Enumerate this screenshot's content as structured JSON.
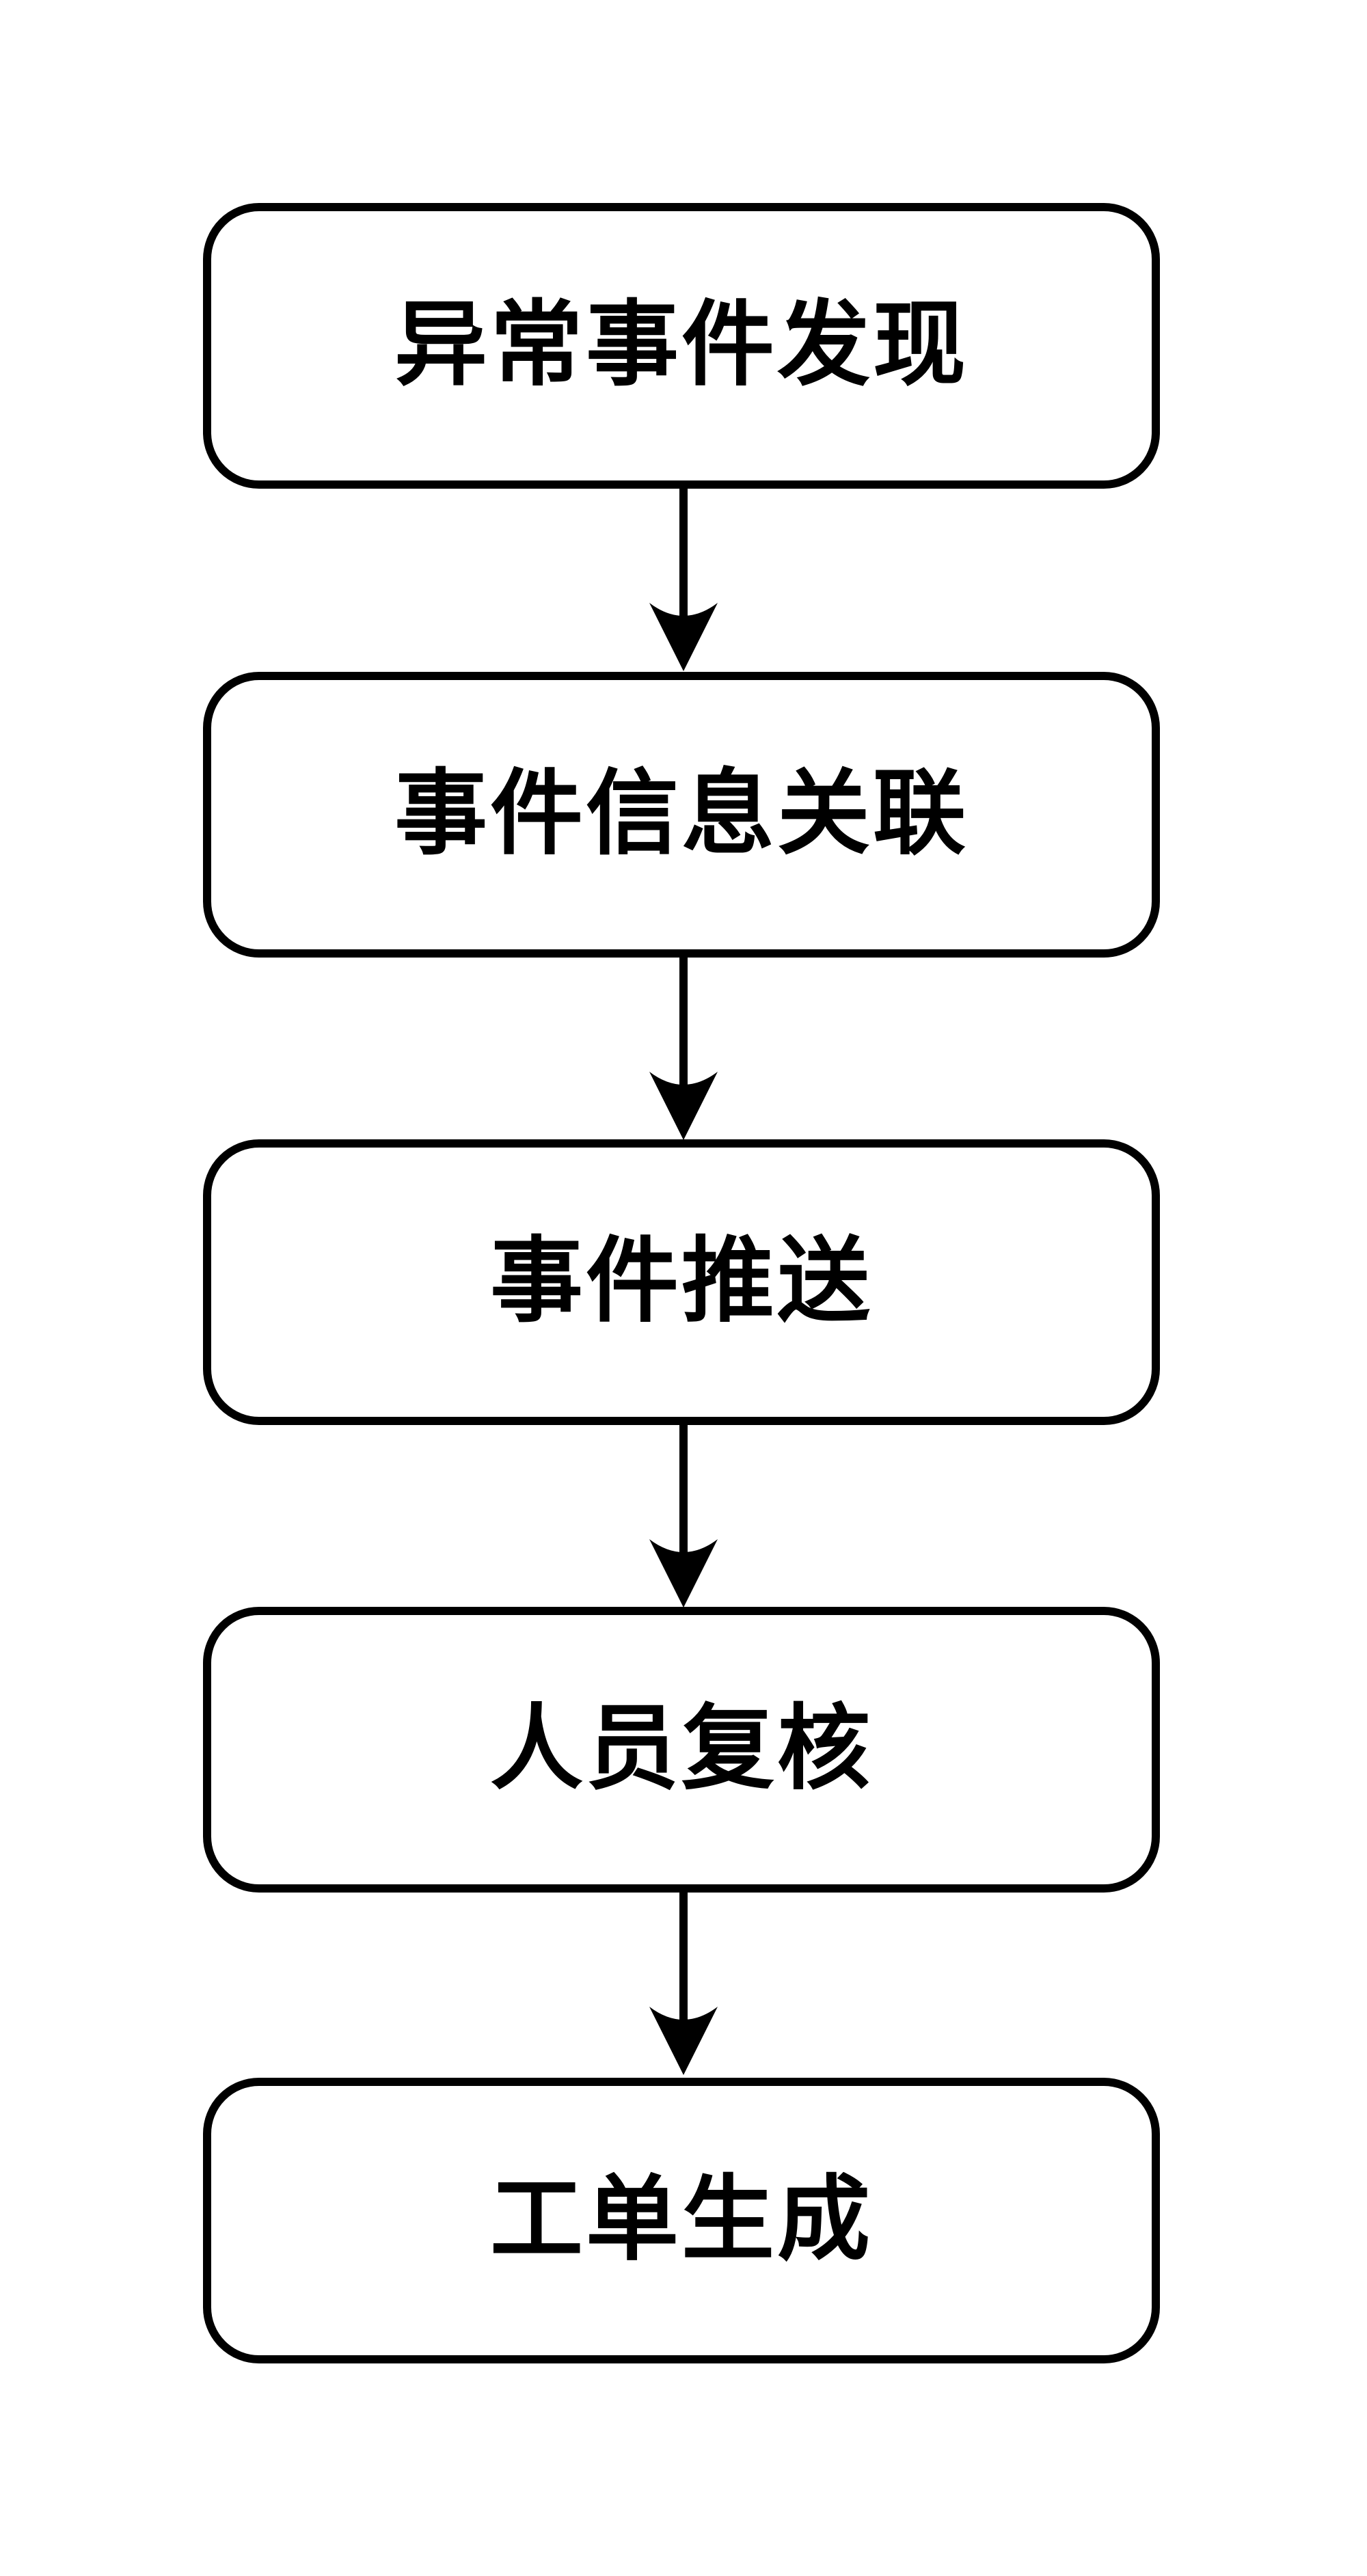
{
  "diagram": {
    "type": "flowchart",
    "direction": "top-to-bottom",
    "colors": {
      "background": "#ffffff",
      "node_border": "#000000",
      "node_fill": "#ffffff",
      "text": "#000000",
      "arrow": "#000000"
    },
    "nodes": [
      {
        "id": "1",
        "label": "异常事件发现"
      },
      {
        "id": "2",
        "label": "事件信息关联"
      },
      {
        "id": "3",
        "label": "事件推送"
      },
      {
        "id": "4",
        "label": "人员复核"
      },
      {
        "id": "5",
        "label": "工单生成"
      }
    ],
    "edges": [
      {
        "from": "异常事件发现",
        "to": "事件信息关联"
      },
      {
        "from": "事件信息关联",
        "to": "事件推送"
      },
      {
        "from": "事件推送",
        "to": "人员复核"
      },
      {
        "from": "人员复核",
        "to": "工单生成"
      }
    ]
  }
}
